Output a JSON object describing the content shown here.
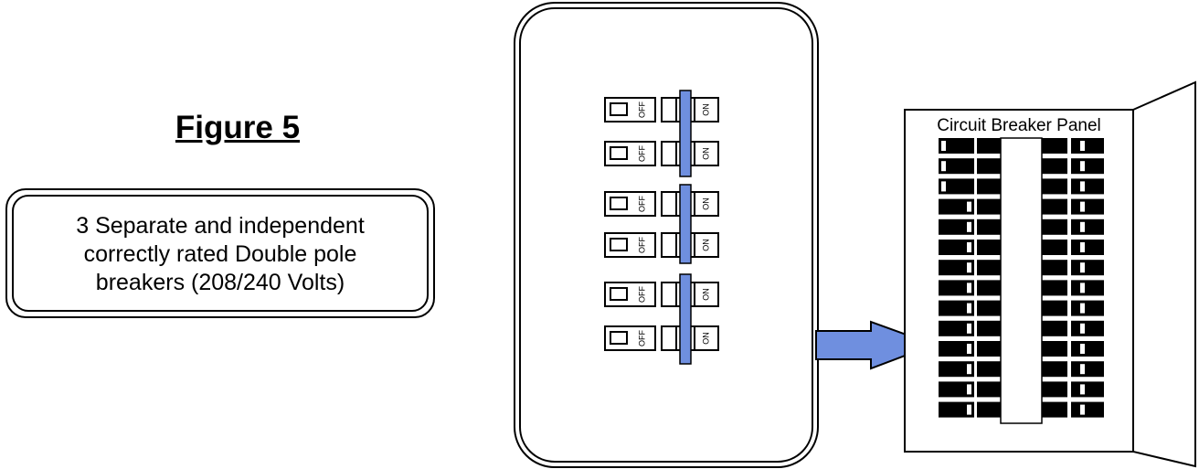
{
  "figure": {
    "title": "Figure 5",
    "caption_lines": [
      "3 Separate and independent",
      "correctly rated Double pole",
      "breakers (208/240 Volts)"
    ]
  },
  "breaker_group": {
    "count": 3,
    "poles_per_breaker": 2,
    "handle_label": "ON",
    "off_label": "OFF",
    "tie_color": "#6f8fdf"
  },
  "panel": {
    "label": "Circuit Breaker Panel",
    "rows": 14
  },
  "arrow": {
    "color": "#6f8fdf",
    "direction": "right"
  }
}
